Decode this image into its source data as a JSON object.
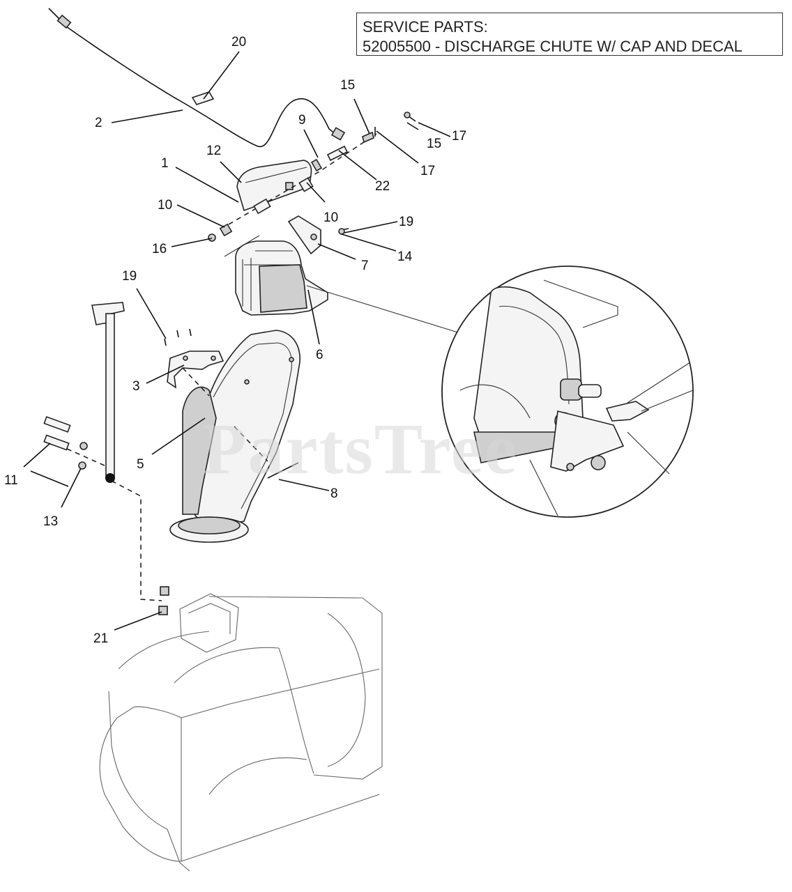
{
  "service_box": {
    "line1": "SERVICE PARTS:",
    "line2": "52005500 - DISCHARGE CHUTE W/ CAP AND DECAL"
  },
  "watermark": "PartsTree",
  "callouts": {
    "c1": "1",
    "c2": "2",
    "c3": "3",
    "c5": "5",
    "c6": "6",
    "c7": "7",
    "c8": "8",
    "c9": "9",
    "c10a": "10",
    "c10b": "10",
    "c11": "11",
    "c12": "12",
    "c13": "13",
    "c14": "14",
    "c15a": "15",
    "c15b": "15",
    "c16": "16",
    "c17a": "17",
    "c17b": "17",
    "c19a": "19",
    "c19b": "19",
    "c20": "20",
    "c21": "21",
    "c22": "22"
  }
}
